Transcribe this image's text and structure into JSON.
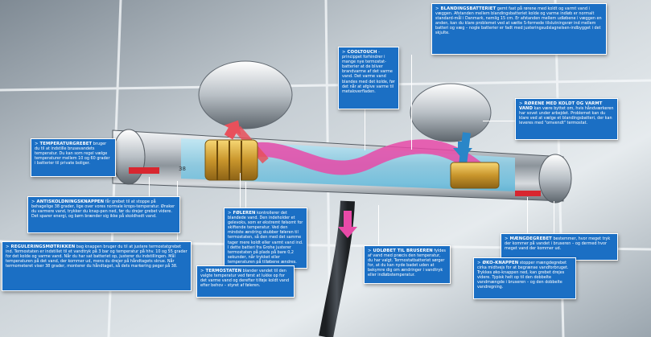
{
  "callouts": {
    "blandingsbatteriet": {
      "title": "BLANDINGSBATTERIET",
      "text": "gemt fast på rørene med koldt og varmt vand i væggen. Afstanden mellem blandingsbatteriet kolde og varme indløb er normalt standard-mål i Danmark, nemlig 15 cm. Er afstanden mellem udløbene i væggen en anden, kan du klare problemet ved at sætte S-formede tilslutningsrør ind mellem batteri og væg – nogle batterier er fadt med justeringsudslagnelsen-indbygget i det skjulte."
    },
    "cooltouch": {
      "title": "COOLTOUCH",
      "text": "-princippet forhindrer i mange nye termostat-batterier at de bliver brandvarme af det varme vand. Det varme vand blandes med det kolde, før det når at afgive varme til metaloverfladen."
    },
    "roerene": {
      "title": "RØRENE MED KOLDT OG VARMT VAND",
      "text": "kan være byttet om, hvis håndværkeren har sovet under arbejdet. Problemet kan du klare ved at vælge et blandingsbatteri, der kan leveres med \"omvendt\" termostat."
    },
    "temperaturgrebet": {
      "title": "TEMPERATURGREBET",
      "text": "bruger du til at indstille brusevandets temperatur. Du kan som regel vælge temperaturer mellem 10 og 60 grader i batterier til private boliger."
    },
    "antiskoldningsknappen": {
      "title": "ANTISKOLDNINGSKNAPPEN",
      "text": "får grebet til at stoppe på behagelige 38 grader, lige over vores normale krops-temperatur. Ønsker du varmere vand, trykker du knap-pen ned, før du drejer grebet videre. Det sparer energi, og børn brænder sig ikke på skoldhedt vand."
    },
    "reguleringsmoetrikken": {
      "title": "REGULERINGSMØTRIKKEN",
      "text": "bag knappen bruger du til at justere termostatgrebet ind. Termostaten er indstillet til et vandtryk på 3 bar og temperatur på hhv. 10 og 55 grader for det kolde og varme vand. Når du har sat batteriet op, justerer du indstillingen. Mål temperaturen på det vand, der kommer ud, mens du drejer på håndtagets skrue. Når termometeret viser 38 grader, monterer du håndtaget, så dets markering peger på 38."
    },
    "foeleren": {
      "title": "FØLEREN",
      "text": "kontrollerer det blandede vand. Den indeholder et gelevoks, som er ekstremt følsomt for skiftende temperatur. Ved den mindste ændring skubber føleren til termostaten, så den med det samme tager mere koldt eller varmt vand ind. I dette batteri fra Grohe justerer termostaten på plads på bare 0,2 sekunder, når trykket eller temperaturen på tilløbene ændres."
    },
    "termostaten": {
      "title": "TERMOSTATEN",
      "text": "blander vandet til den valgte temperatur ved først at lukke op for det varme vand og derefter tilføje koldt vand efter behov – styret af føleren."
    },
    "udloebet": {
      "title": "UDLØBET TIL BRUSEREN",
      "text": "fyldes af vand med præcis den temperatur, du har valgt. Termostatbatteriet sørger for, at du kan nyde badet uden at bekymre dig om ændringer i vandtryk eller indløbstemperatur."
    },
    "maengdegrebet": {
      "title": "MÆNGDEGREBET",
      "text": "bestemmer, hvor meget tryk der kommer på vandet i bruseren – og dermed hvor meget vand der kommer ud."
    },
    "oekoknappen": {
      "title": "ØKO-KNAPPEN",
      "text": "stopper mængdegrebet cirka midtvejs for at begrænse vandforbruget. Trykkes øko-knappen ned, kan grebet drejes videre. Typisk helt op til den dobbelte vandmængde i bruseren – og den dobbelte vandregning."
    }
  },
  "scale_label": "38",
  "colors": {
    "callout_bg": "#1b6fc4",
    "callout_border": "#ffffff",
    "hot": "#e8505b",
    "cold": "#6ec6e8",
    "mixed": "#e84aa8"
  }
}
